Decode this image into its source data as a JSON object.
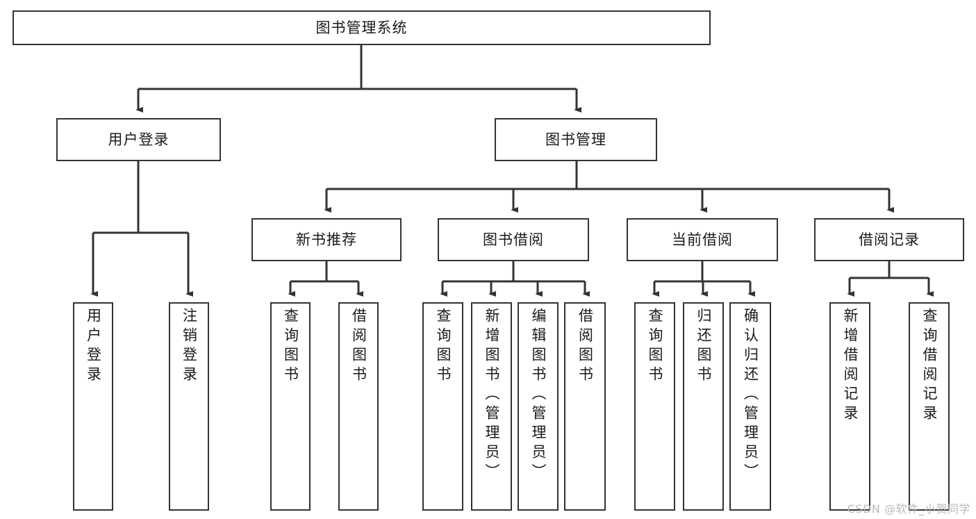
{
  "diagram": {
    "type": "tree-hierarchy-functional-decomposition",
    "title": "图书管理系统",
    "colors": {
      "stroke": "#333333",
      "box_fill": "#ffffff",
      "text": "#1a1a1a",
      "background": "#ffffff",
      "watermark": "#b9b9b9"
    },
    "root": {
      "label": "图书管理系统"
    },
    "level2": [
      {
        "label": "用户登录"
      },
      {
        "label": "图书管理"
      }
    ],
    "level3": [
      {
        "label": "新书推荐"
      },
      {
        "label": "图书借阅"
      },
      {
        "label": "当前借阅"
      },
      {
        "label": "借阅记录"
      }
    ],
    "leaves_user_login": [
      {
        "label": "用户登录"
      },
      {
        "label": "注销登录"
      }
    ],
    "leaves_new_book": [
      {
        "label": "查询图书"
      },
      {
        "label": "借阅图书"
      }
    ],
    "leaves_borrow": [
      {
        "label": "查询图书"
      },
      {
        "label": "新增图书（管理员）"
      },
      {
        "label": "编辑图书（管理员）"
      },
      {
        "label": "借阅图书"
      }
    ],
    "leaves_current": [
      {
        "label": "查询图书"
      },
      {
        "label": "归还图书"
      },
      {
        "label": "确认归还（管理员）"
      }
    ],
    "leaves_record": [
      {
        "label": "新增借阅记录"
      },
      {
        "label": "查询借阅记录"
      }
    ]
  },
  "watermark": {
    "text": "CSDN @软件_小贺同学"
  }
}
